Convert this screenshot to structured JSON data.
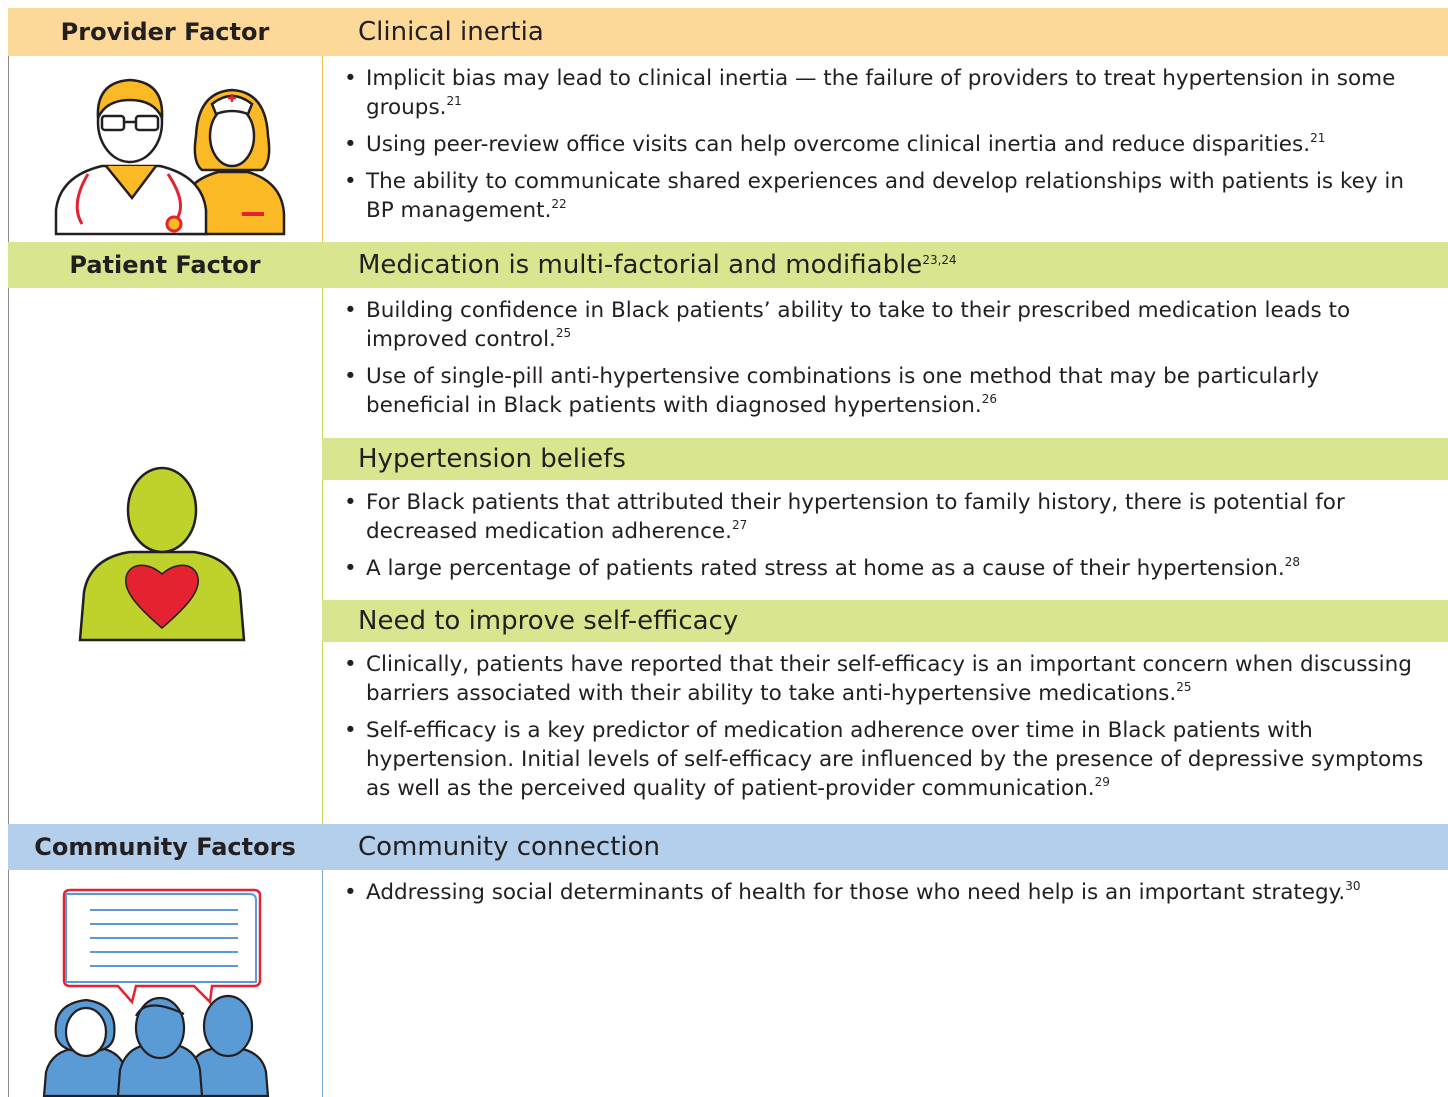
{
  "provider": {
    "label": "Provider Factor",
    "title": "Clinical inertia",
    "bullets": [
      {
        "text": "Implicit bias may lead to clinical inertia — the failure of providers to treat hypertension in some groups.",
        "ref": "21"
      },
      {
        "text": "Using peer-review office visits can help overcome clinical inertia and reduce disparities.",
        "ref": "21"
      },
      {
        "text": "The ability to communicate shared experiences and develop relationships with patients is key in BP management.",
        "ref": "22"
      }
    ]
  },
  "patient": {
    "label": "Patient Factor",
    "title": "Medication is multi-factorial and modifiable",
    "title_ref": "23,24",
    "bullets": [
      {
        "text": "Building confidence in Black patients’ ability to take to their prescribed medication leads to improved control.",
        "ref": "25"
      },
      {
        "text": "Use of single-pill anti-hypertensive combinations is one method that may be particularly beneficial in Black patients with diagnosed hypertension.",
        "ref": "26"
      }
    ],
    "beliefs": {
      "title": "Hypertension beliefs",
      "bullets": [
        {
          "text": "For Black patients that attributed their hypertension to family history, there is potential for decreased medication adherence.",
          "ref": "27"
        },
        {
          "text": "A large percentage of patients rated stress at home as a cause of their hypertension.",
          "ref": "28"
        }
      ]
    },
    "efficacy": {
      "title": "Need to improve self-efficacy",
      "bullets": [
        {
          "text": "Clinically, patients have reported that their self-efficacy is an important concern when discussing barriers associated with their ability to take anti-hypertensive medications.",
          "ref": "25"
        },
        {
          "text": "Self-efficacy is a key predictor of medication adherence over time in Black patients with hypertension. Initial levels of self-efficacy are influenced by the presence of depressive symptoms as well as the perceived quality of patient-provider communication.",
          "ref": "29"
        }
      ]
    }
  },
  "community": {
    "label": "Community Factors",
    "title": "Community connection",
    "bullets": [
      {
        "text": "Addressing social determinants of health for those who need help is an important strategy.",
        "ref": "30"
      }
    ]
  },
  "colors": {
    "provider_band": "#fdd999",
    "provider_line": "#f6c24a",
    "patient_band": "#dae68f",
    "patient_line": "#c9d857",
    "community_band": "#b3cfeb",
    "community_line": "#7ea9d9"
  },
  "icons": [
    "doctor-nurse-icon",
    "patient-heart-icon",
    "community-chat-icon"
  ]
}
